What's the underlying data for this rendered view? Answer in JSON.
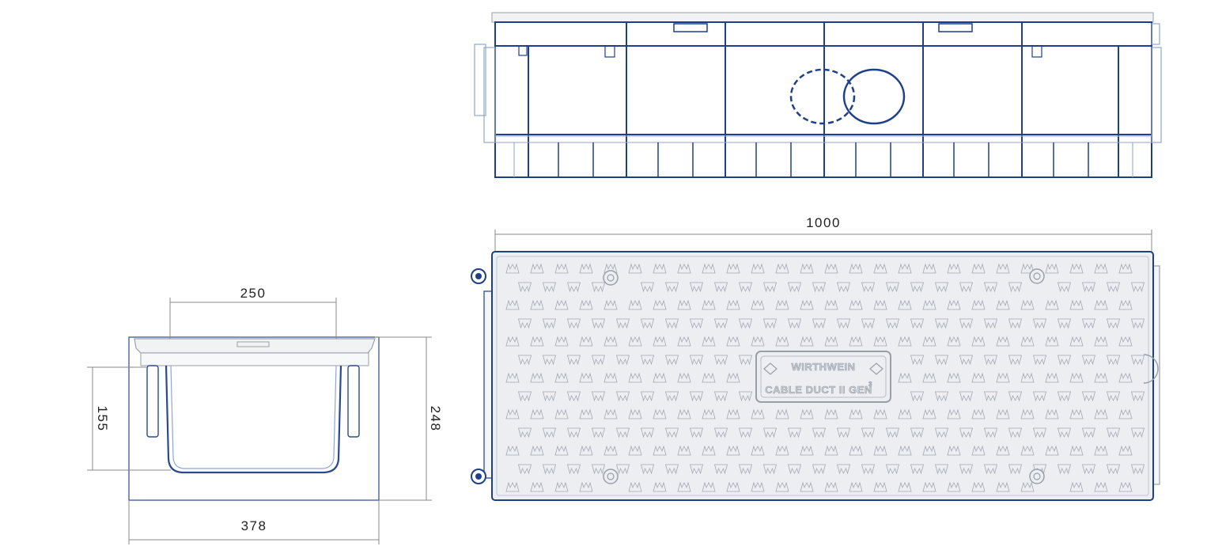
{
  "dimensions": {
    "length": "1000",
    "inner_width": "250",
    "outer_width": "378",
    "inner_height": "155",
    "outer_height": "248"
  },
  "cover": {
    "brand": "WIRTHWEIN",
    "product": "CABLE DUCT II GEN",
    "superscript": "3"
  },
  "colors": {
    "outline": "#1e3f8a",
    "light_outline": "#8fa6cf",
    "cover_fill": "#eceef2",
    "dimension_line": "#8a8a8a"
  }
}
